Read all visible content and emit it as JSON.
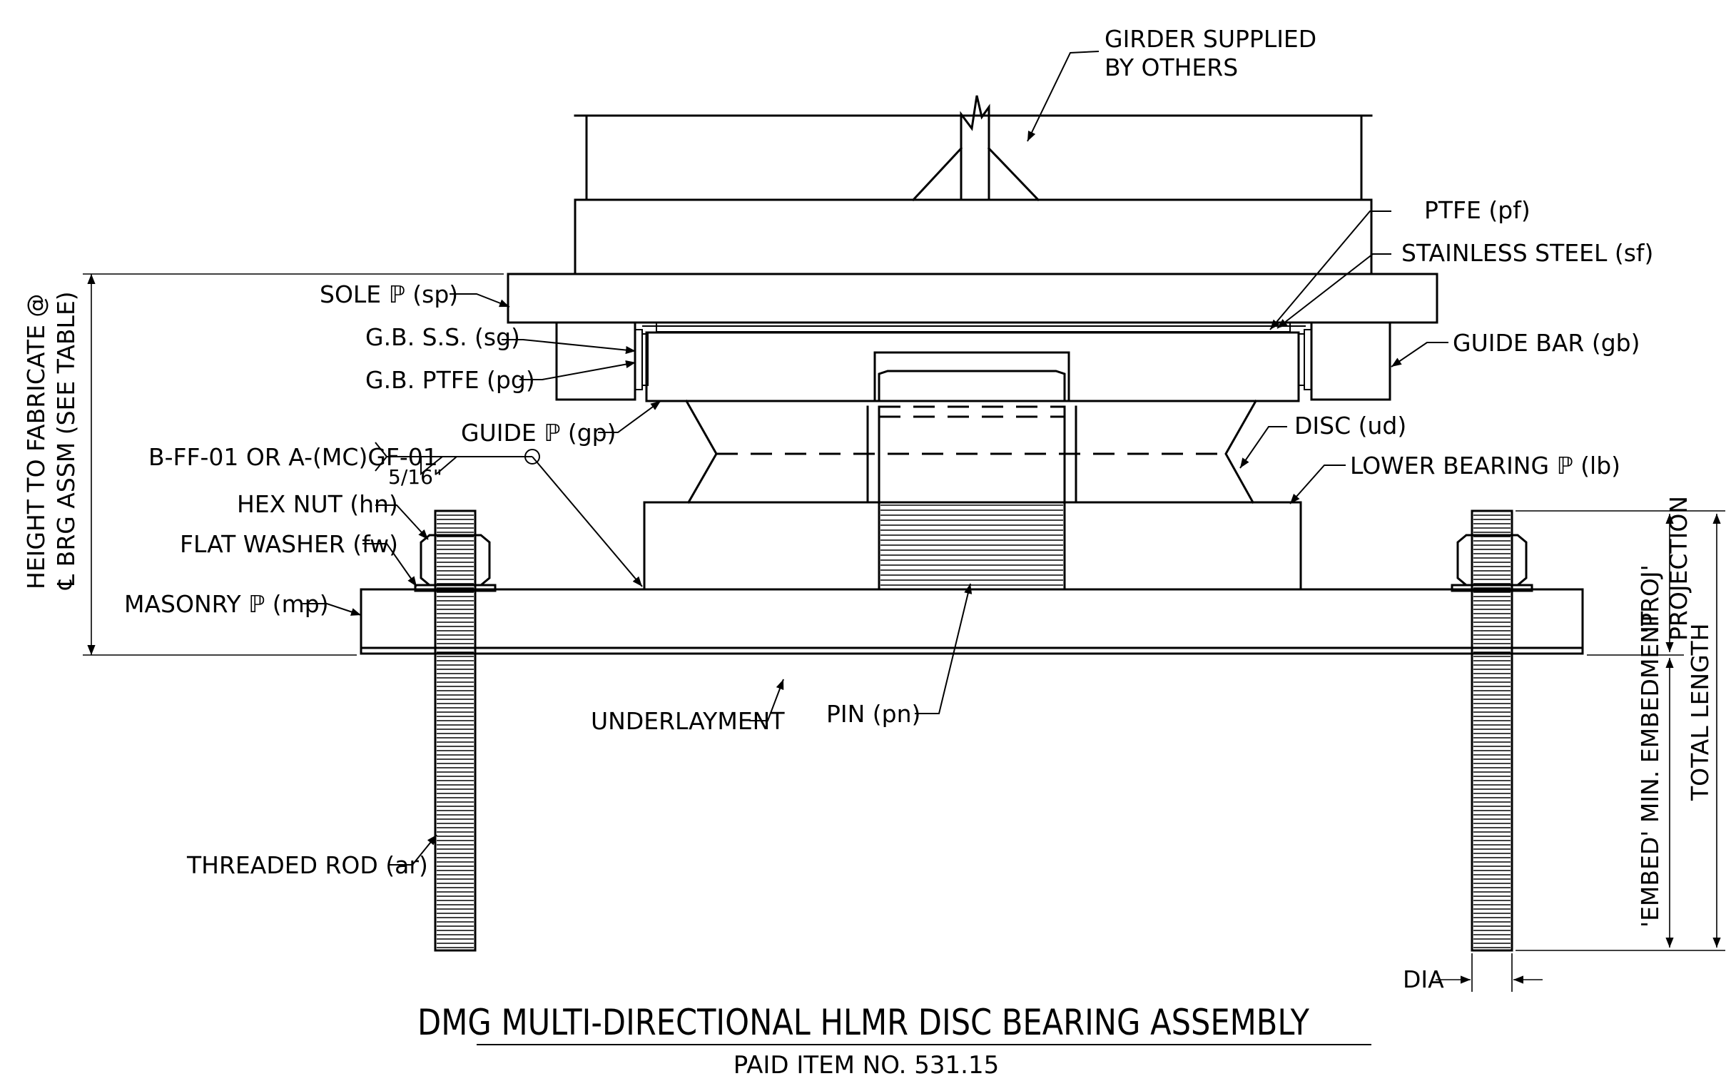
{
  "title": "DMG MULTI-DIRECTIONAL HLMR DISC BEARING ASSEMBLY",
  "subtitle": "PAID ITEM NO. 531.15",
  "labels": {
    "girder_line1": "GIRDER SUPPLIED",
    "girder_line2": "BY OTHERS",
    "ptfe": "PTFE (pf)",
    "stainless": "STAINLESS STEEL (sf)",
    "sole": "SOLE ℙ (sp)",
    "gb_ss": "G.B. S.S. (sg)",
    "gb_ptfe": "G.B. PTFE (pg)",
    "guide_bar": "GUIDE BAR (gb)",
    "guide_pl": "GUIDE ℙ (gp)",
    "disc": "DISC (ud)",
    "lower_bearing": "LOWER BEARING ℙ (lb)",
    "weld_spec": "B-FF-01 OR A-(MC)GF-01",
    "weld_size": "5/16\"",
    "hex_nut": "HEX NUT (hn)",
    "flat_washer": "FLAT WASHER (fw)",
    "masonry": "MASONRY ℙ (mp)",
    "underlayment": "UNDERLAYMENT",
    "pin": "PIN (pn)",
    "threaded_rod": "THREADED ROD (ar)",
    "dia": "DIA",
    "height_line1": "HEIGHT TO FABRICATE @",
    "height_line2": "℄ BRG ASSM (SEE TABLE)",
    "proj_line1": "'PROJ'",
    "proj_line2": "PROJECTION",
    "embed": "'EMBED' MIN. EMBEDMENT",
    "total_length": "TOTAL LENGTH"
  }
}
